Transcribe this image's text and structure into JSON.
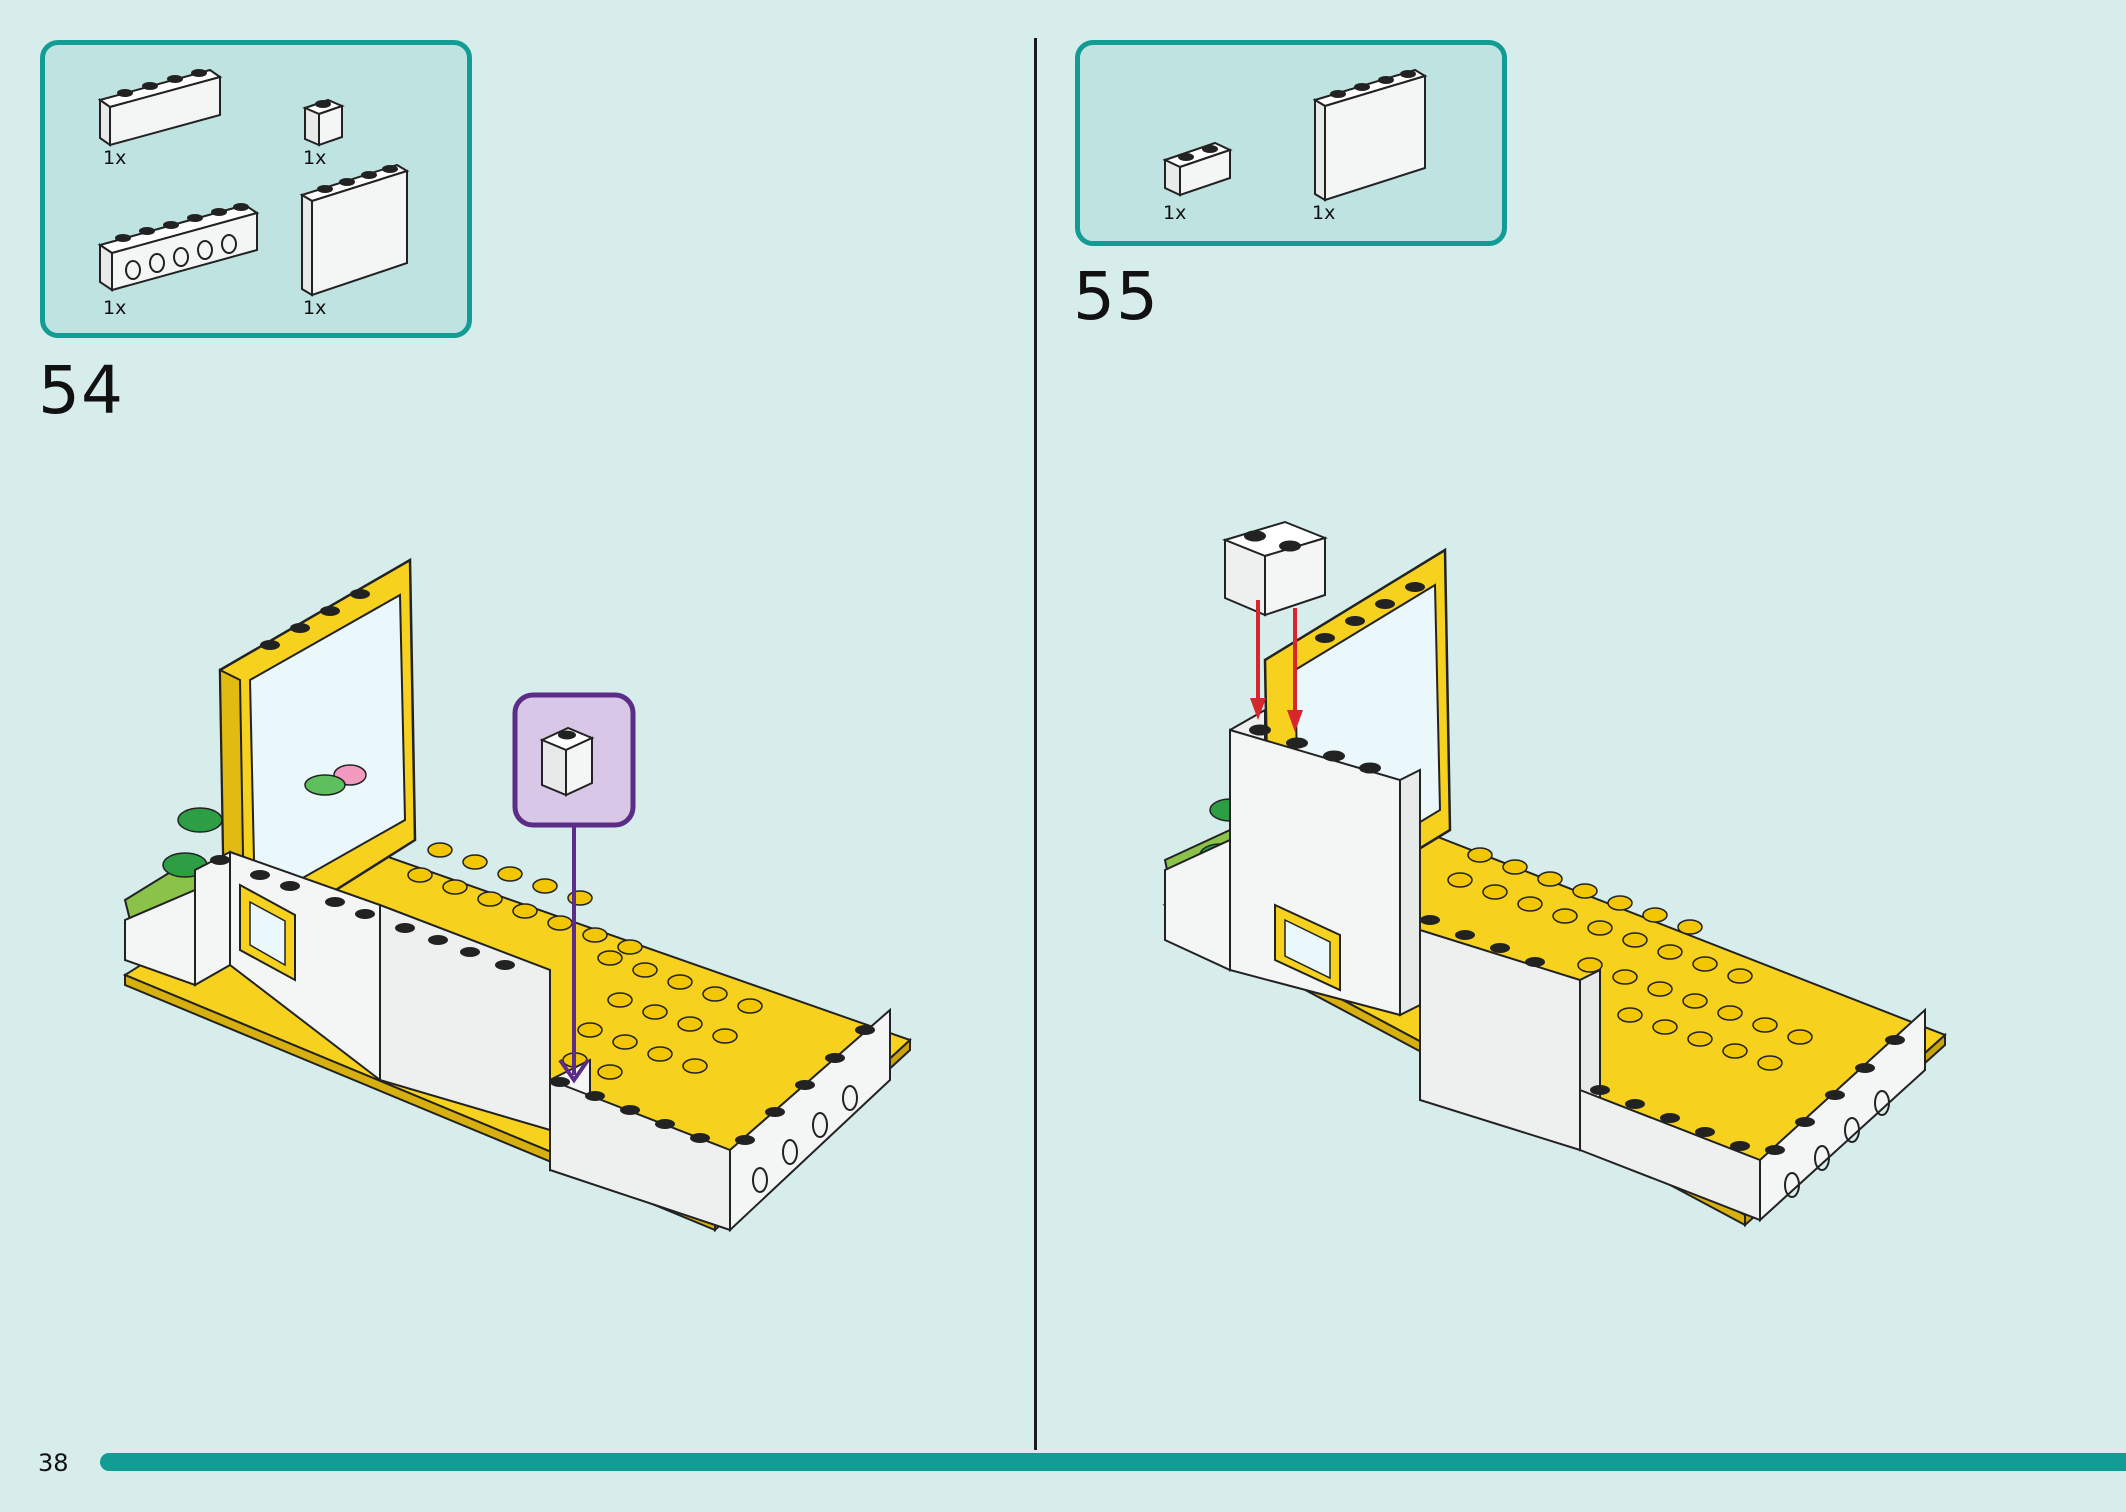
{
  "page": {
    "number": "38",
    "progress_fraction": 1.0
  },
  "colors": {
    "background": "#d6edec",
    "accent_teal": "#139c94",
    "parts_box_fill": "#bfe3e1",
    "brick_yellow": "#f6d21e",
    "brick_white": "#f4f6f6",
    "callout_purple": "#5b2d86",
    "arrow_red": "#d8262e"
  },
  "steps": [
    {
      "number": "54",
      "parts": [
        {
          "name": "brick-1x4-white",
          "qty": "1x"
        },
        {
          "name": "brick-1x1-white",
          "qty": "1x"
        },
        {
          "name": "technic-brick-1x6-white",
          "qty": "1x"
        },
        {
          "name": "panel-1x4x3-white",
          "qty": "1x"
        }
      ]
    },
    {
      "number": "55",
      "parts": [
        {
          "name": "brick-1x2-white",
          "qty": "1x"
        },
        {
          "name": "panel-1x4x3-white",
          "qty": "1x"
        }
      ]
    }
  ]
}
